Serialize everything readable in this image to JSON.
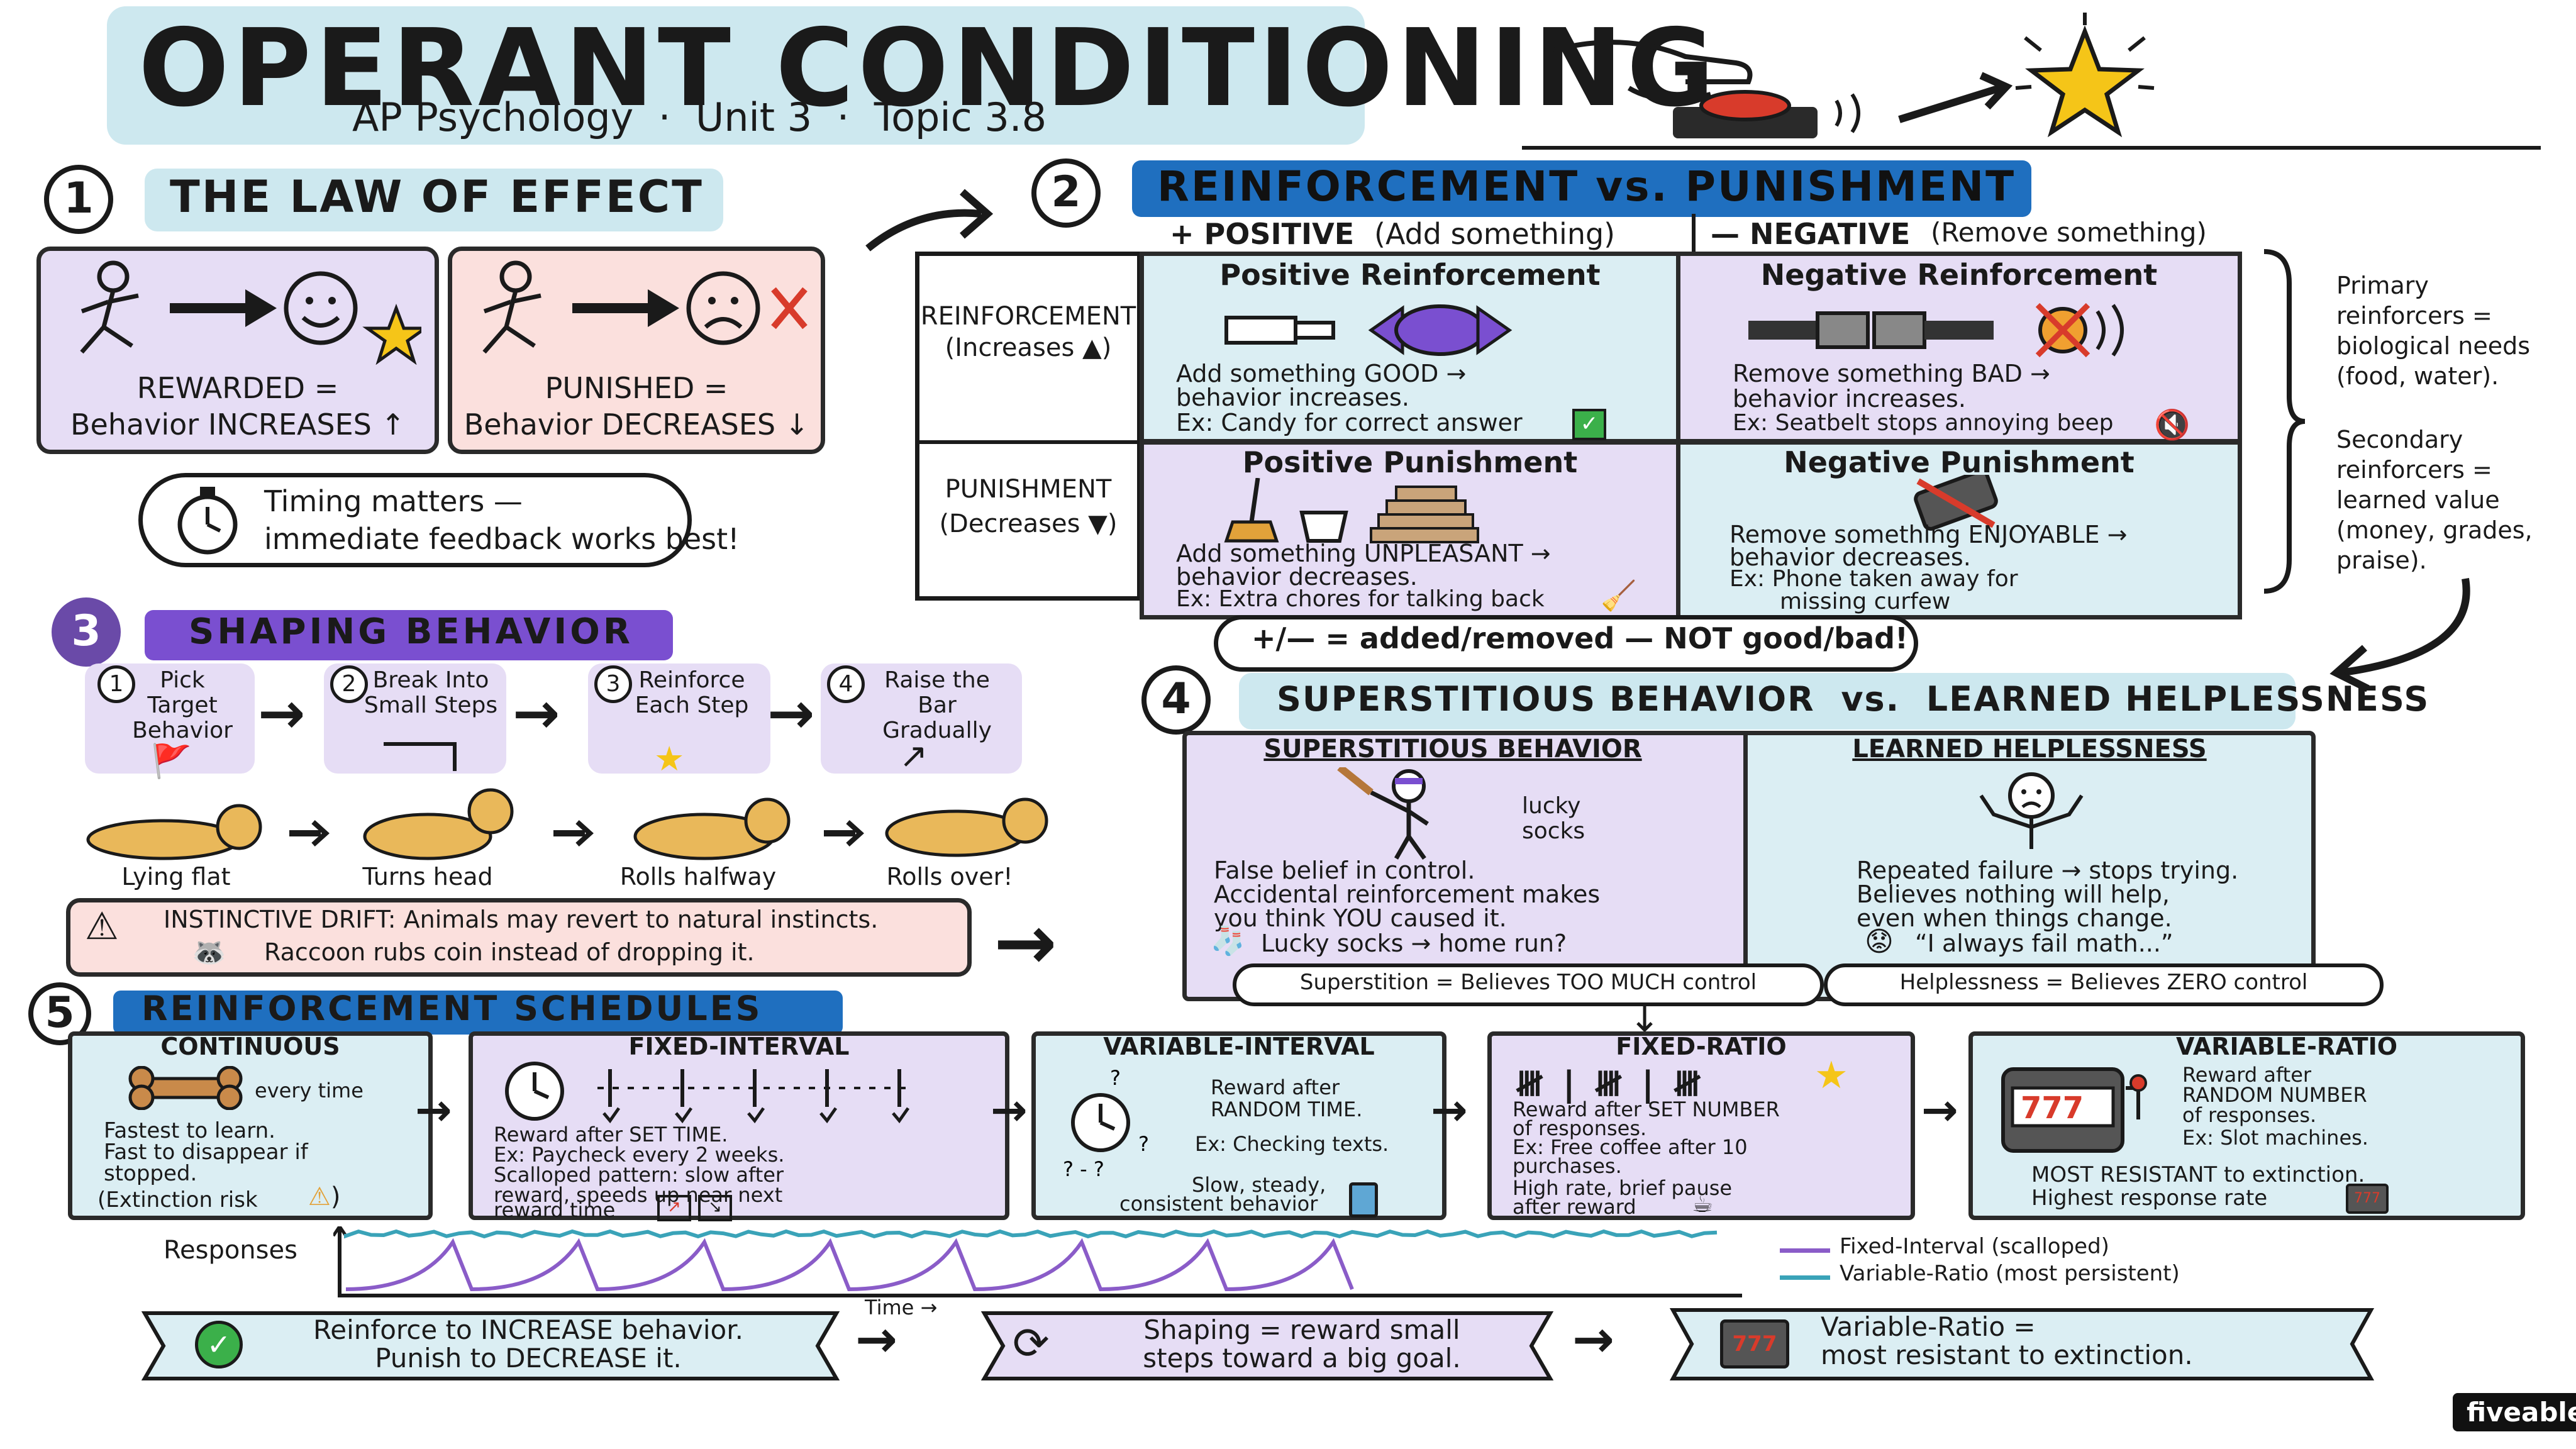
{
  "header": {
    "title": "OPERANT CONDITIONING",
    "subtitle": "AP Psychology  ·  Unit 3  ·  Topic 3.8"
  },
  "s1": {
    "number": "1",
    "title": "THE LAW OF EFFECT",
    "rewarded_line1": "REWARDED =",
    "rewarded_line2": "Behavior INCREASES ↑",
    "punished_line1": "PUNISHED =",
    "punished_line2": "Behavior DECREASES ↓",
    "timing_line1": "Timing matters —",
    "timing_line2": "immediate feedback works best!"
  },
  "s2": {
    "number": "2",
    "title": "REINFORCEMENT vs. PUNISHMENT",
    "pos_header": "+ POSITIVE",
    "pos_sub": "(Add something)",
    "neg_header": "— NEGATIVE",
    "neg_sub": "(Remove something)",
    "row1_label": "REINFORCEMENT",
    "row1_sub": "(Increases ▲)",
    "row2_label": "PUNISHMENT",
    "row2_sub": "(Decreases ▼)",
    "pr_title": "Positive Reinforcement",
    "pr_l1": "Add something GOOD →",
    "pr_l2": "behavior increases.",
    "pr_l3": "Ex: Candy for correct answer",
    "nr_title": "Negative Reinforcement",
    "nr_l1": "Remove something BAD →",
    "nr_l2": "behavior increases.",
    "nr_l3": "Ex: Seatbelt stops annoying beep",
    "pp_title": "Positive Punishment",
    "pp_l1": "Add something UNPLEASANT →",
    "pp_l2": "behavior decreases.",
    "pp_l3": "Ex: Extra chores for talking back",
    "np_title": "Negative Punishment",
    "np_l1": "Remove something ENJOYABLE →",
    "np_l2": "behavior decreases.",
    "np_l3": "Ex: Phone taken away for",
    "np_l4": "missing curfew",
    "note": "+/— = added/removed — NOT good/bad!",
    "side_primary": "Primary reinforcers = biological needs (food, water).",
    "side_secondary": "Secondary reinforcers = learned value (money, grades, praise)."
  },
  "s3": {
    "number": "3",
    "title": "SHAPING BEHAVIOR",
    "steps": [
      {
        "n": "1",
        "label": "Pick Target Behavior"
      },
      {
        "n": "2",
        "label": "Break Into Small Steps"
      },
      {
        "n": "3",
        "label": "Reinforce Each Step"
      },
      {
        "n": "4",
        "label": "Raise the Bar Gradually"
      }
    ],
    "dogs": [
      "Lying flat",
      "Turns head",
      "Rolls halfway",
      "Rolls over!"
    ],
    "drift_l1": "INSTINCTIVE DRIFT:  Animals may revert to natural instincts.",
    "drift_l2": "Raccoon rubs coin instead of dropping it."
  },
  "s4": {
    "number": "4",
    "title": "SUPERSTITIOUS BEHAVIOR  vs.  LEARNED HELPLESSNESS",
    "sup_title": "SUPERSTITIOUS BEHAVIOR",
    "sup_tag": "lucky socks",
    "sup_l1": "False belief in control.",
    "sup_l2": "Accidental reinforcement makes",
    "sup_l3": "you think YOU caused it.",
    "sup_l4": "Lucky socks → home run?",
    "sup_eq": "Superstition = Believes TOO MUCH control",
    "lh_title": "LEARNED HELPLESSNESS",
    "lh_l1": "Repeated failure → stops trying.",
    "lh_l2": "Believes nothing will help,",
    "lh_l3": "even when things change.",
    "lh_l4": "“I always fail math...”",
    "lh_eq": "Helplessness = Believes ZERO control"
  },
  "s5": {
    "number": "5",
    "title": "REINFORCEMENT SCHEDULES",
    "continuous": {
      "title": "CONTINUOUS",
      "tag": "every time",
      "l1": "Fastest to learn.",
      "l2": "Fast to disappear if",
      "l3": "stopped.",
      "l4": "(Extinction risk"
    },
    "fi": {
      "title": "FIXED-INTERVAL",
      "l1": "Reward after SET TIME.",
      "l2": "Ex: Paycheck every 2 weeks.",
      "l3": "Scalloped pattern: slow after",
      "l4": "reward, speeds up near next",
      "l5": "reward time"
    },
    "vi": {
      "title": "VARIABLE-INTERVAL",
      "l1": "Reward after",
      "l2": "RANDOM TIME.",
      "l3": "Ex: Checking texts.",
      "l4": "Slow, steady,",
      "l5": "consistent behavior"
    },
    "fr": {
      "title": "FIXED-RATIO",
      "l1": "Reward after SET NUMBER",
      "l2": "of responses.",
      "l3": "Ex: Free coffee after 10",
      "l4": "purchases.",
      "l5": "High rate, brief pause",
      "l6": "after reward"
    },
    "vr": {
      "title": "VARIABLE-RATIO",
      "l1": "Reward after",
      "l2": "RANDOM NUMBER",
      "l3": "of responses.",
      "l4": "Ex: Slot machines.",
      "l5": "MOST RESISTANT to extinction.",
      "l6": "Highest response rate"
    },
    "graph_ylabel": "Responses",
    "graph_xlabel": "Time →",
    "legend_fi": "Fixed-Interval (scalloped)",
    "legend_vr": "Variable-Ratio (most persistent)",
    "colors": {
      "fi_line": "#8a5cc8",
      "vr_line": "#3aa3b8"
    }
  },
  "footer": {
    "b1_l1": "Reinforce to INCREASE behavior.",
    "b1_l2": "Punish to DECREASE it.",
    "b2_l1": "Shaping = reward small",
    "b2_l2": "steps toward a big goal.",
    "b3_l1": "Variable-Ratio =",
    "b3_l2": "most resistant to extinction.",
    "brand": "fiveable"
  }
}
